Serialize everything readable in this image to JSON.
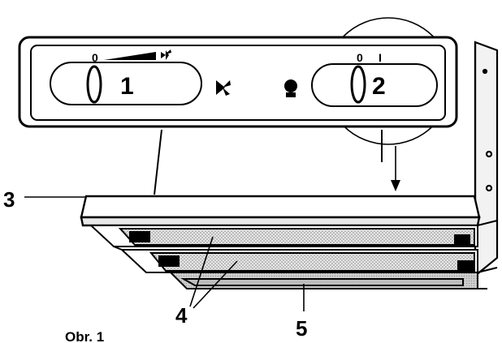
{
  "panel": {
    "knob1": {
      "number": "1",
      "scale_low": "0"
    },
    "knob2": {
      "number": "2",
      "scale_low": "0",
      "scale_high": "I"
    }
  },
  "callouts": {
    "c3": "3",
    "c4": "4",
    "c5": "5"
  },
  "caption": "Obr. 1",
  "icons": [
    "fan-icon",
    "light-bulb-icon"
  ],
  "colors": {
    "ink": "#000000",
    "paper": "#ffffff",
    "filter_mesh": "#c8c8c8",
    "light_strip": "#bdbdbd"
  }
}
